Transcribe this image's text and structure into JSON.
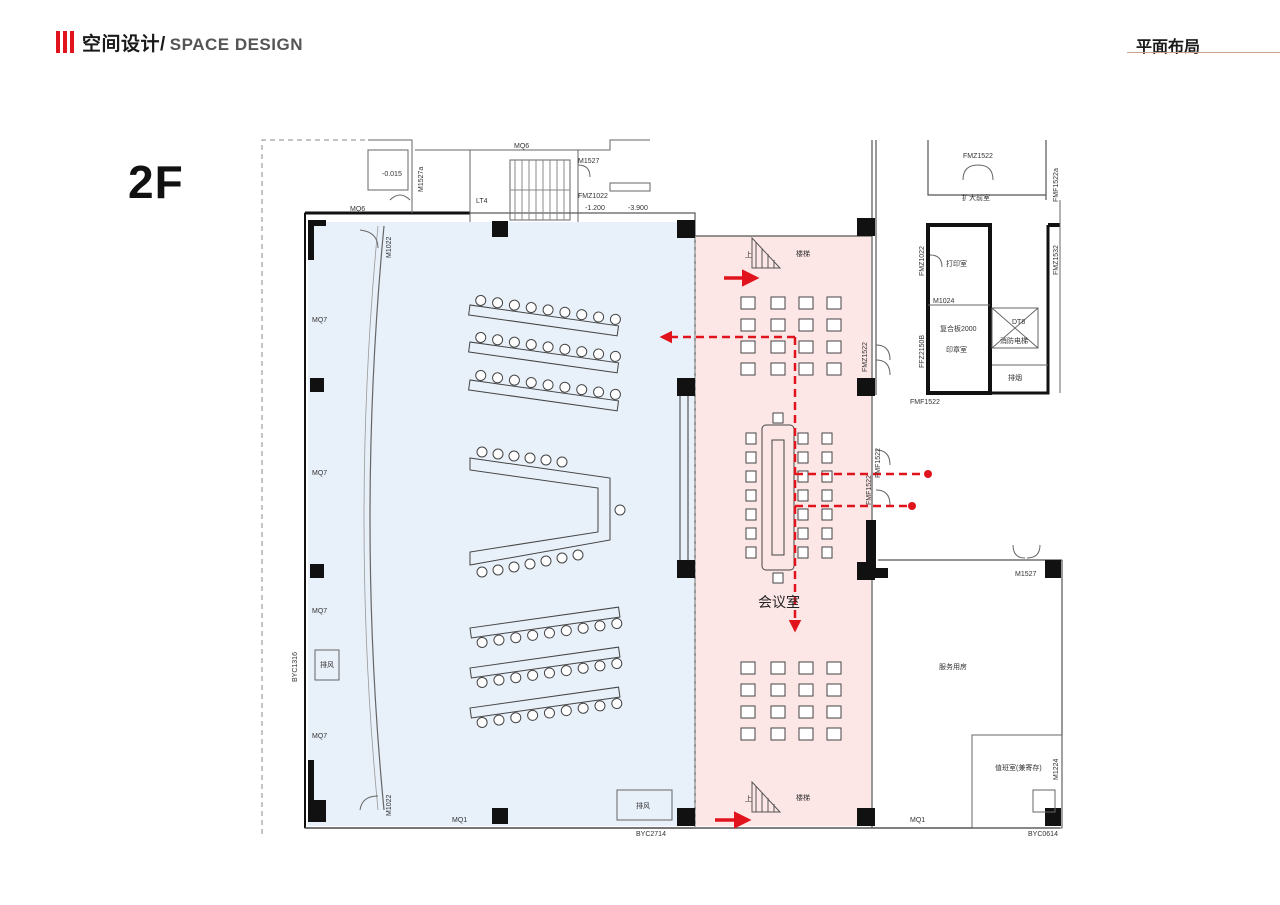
{
  "header": {
    "title_cn": "空间设计/",
    "title_en": "SPACE DESIGN",
    "section": "平面布局"
  },
  "floor": "2F",
  "room_label": "会议室",
  "plan_labels": {
    "mq6_top": "MQ6",
    "mq6_left": "MQ6",
    "m1527_top": "M1527",
    "lt4": "LT4",
    "fmz1022_top": "FMZ1022",
    "level_minus1200": "-1.200",
    "level_minus3900": "-3.900",
    "level_minus0015": "-0.015",
    "m1527a": "M1527a",
    "m1022_top": "M1022",
    "m1022_bottom": "M1022",
    "mq7": "MQ7",
    "mq1_left": "MQ1",
    "mq1_right": "MQ1",
    "byc1316": "BYC1316",
    "byc2714": "BYC2714",
    "byc0614": "BYC0614",
    "vent": "排风",
    "stair": "楼梯",
    "up": "上",
    "fmz1522_top": "FMZ1522",
    "expand_room": "扩大前室",
    "fm_prefix": "FMF1522a",
    "fmz1022_mid": "FMZ1022",
    "print_room": "打印室",
    "m1024": "M1024",
    "m2000": "复合板2000",
    "stamp_room": "印章室",
    "dt_label": "DT8",
    "fire_elevator": "消防电梯",
    "fmz1532": "FMZ1532",
    "fm2526": "FMZ1522",
    "fmf1522": "FMF1522",
    "fmz1522_side": "FMZ1522",
    "fmf1522_side": "FMF1522",
    "fmf1522b": "FMF1522",
    "ffz2150": "FFZ2150B",
    "m1527_right": "M1527",
    "service_room": "服务用房",
    "duty_room": "值班室(兼寄存)",
    "m1224": "M1224",
    "exhaust": "排烟"
  },
  "colors": {
    "accent": "#e1141e",
    "left_zone": "#e8f0fa",
    "right_zone": "#fde6e6",
    "wall": "#111111",
    "line": "#555555"
  }
}
